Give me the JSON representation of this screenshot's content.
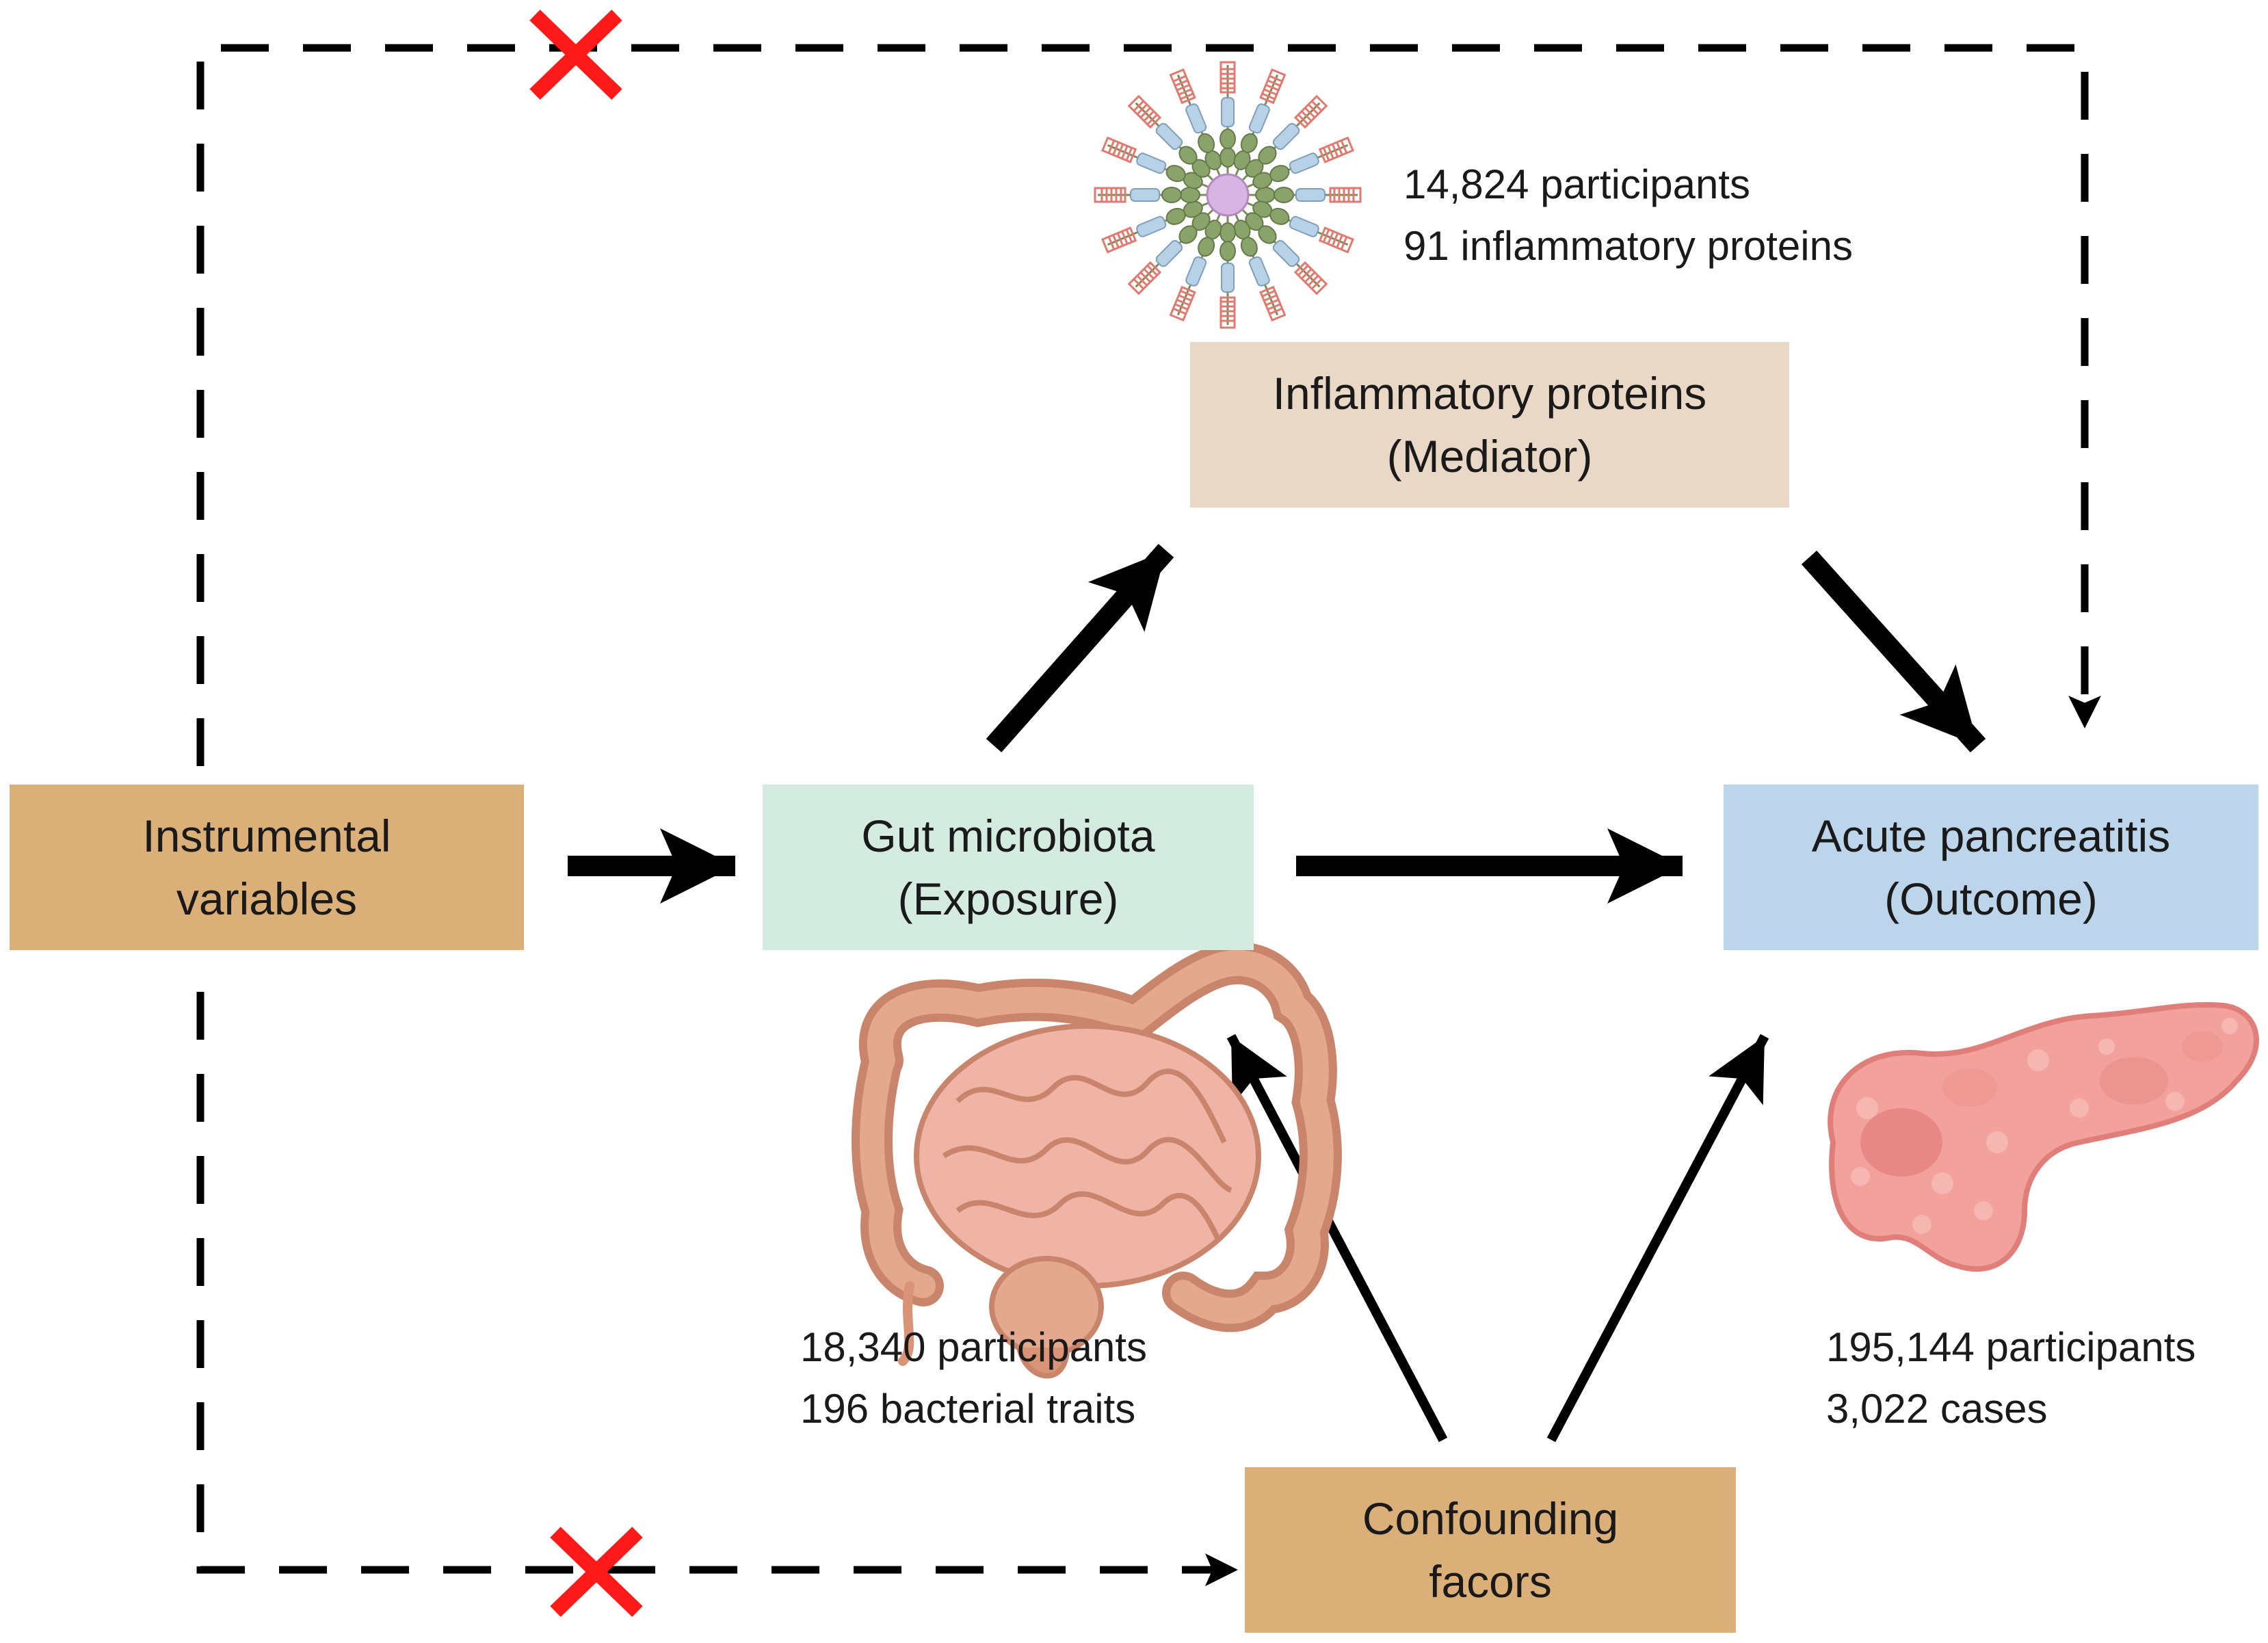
{
  "nodes": {
    "instrumental": {
      "line1": "Instrumental",
      "line2": "variables",
      "color": "#dbaf78"
    },
    "exposure": {
      "line1": "Gut microbiota",
      "line2": "(Exposure)",
      "color": "#d4ebe2"
    },
    "mediator": {
      "line1": "Inflammatory proteins",
      "line2": "(Mediator)",
      "color": "#ead8c7"
    },
    "outcome": {
      "line1": "Acute pancreatitis",
      "line2": "(Outcome)",
      "color": "#bcd5ea"
    },
    "confounding": {
      "line1": "Confounding",
      "line2": "facors",
      "color": "#dbaf78"
    }
  },
  "stats": {
    "mediator": {
      "line1": "14,824 participants",
      "line2": "91 inflammatory proteins"
    },
    "exposure": {
      "line1": "18,340 participants",
      "line2": "196 bacterial traits"
    },
    "outcome": {
      "line1": "195,144 participants",
      "line2": "3,022 cases"
    }
  },
  "icons": [
    "protein-icon",
    "intestine-icon",
    "pancreas-icon",
    "cross-mark-icon"
  ],
  "colors": {
    "arrow": "#000000",
    "cross": "#ff1a1a"
  }
}
